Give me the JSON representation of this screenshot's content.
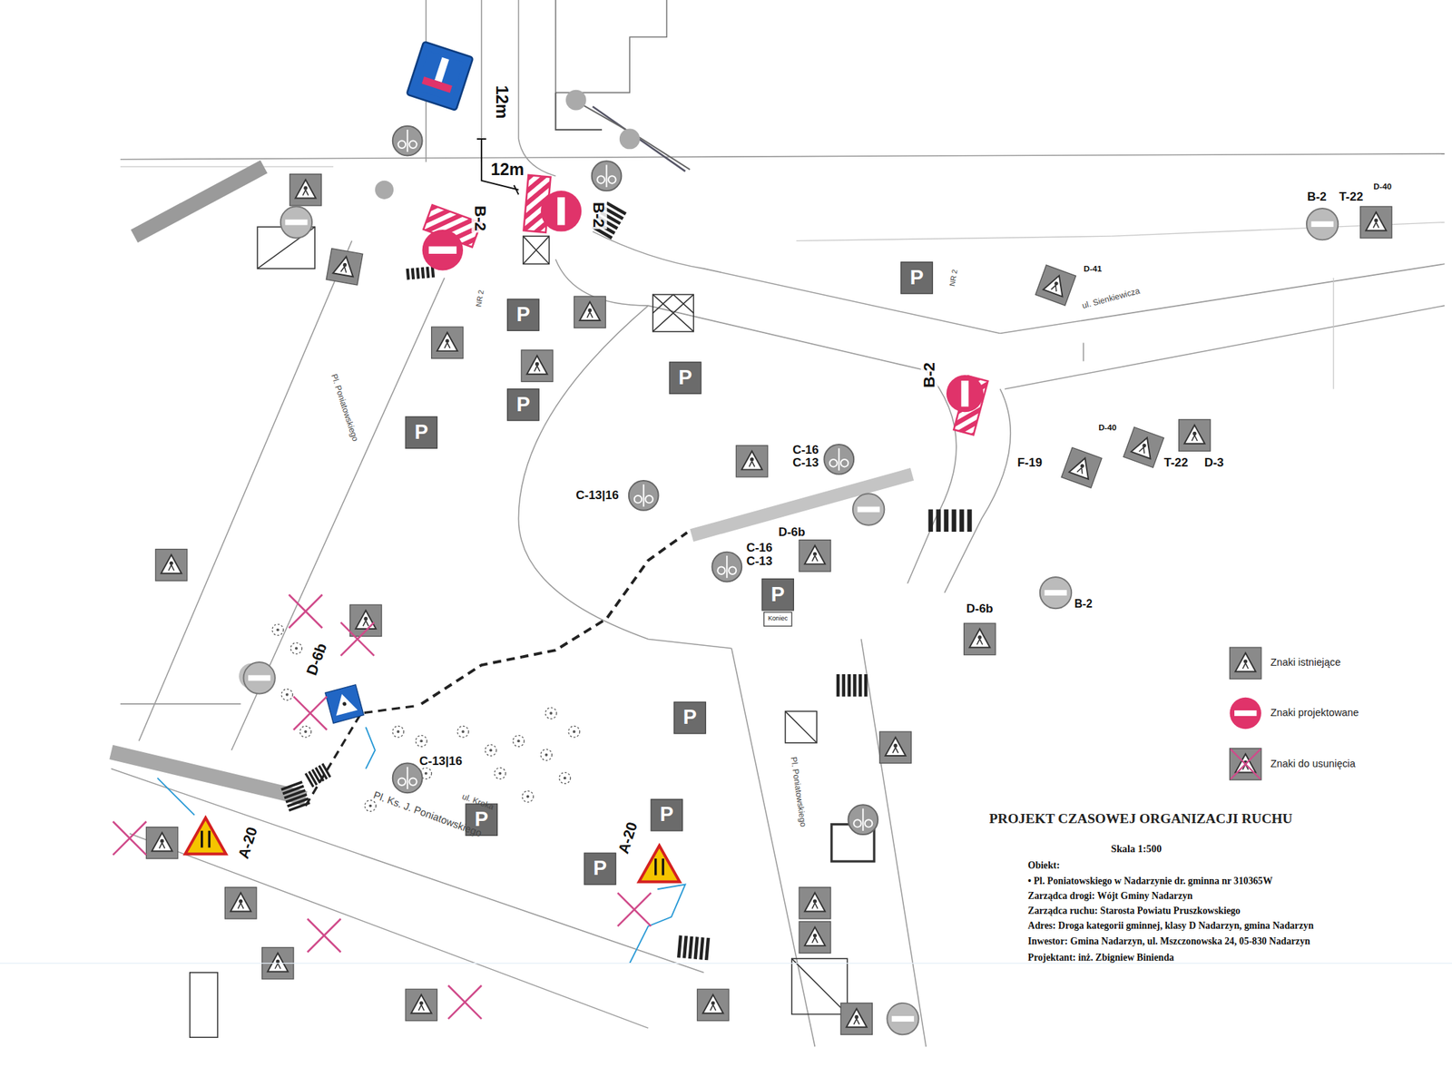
{
  "diagram": {
    "title": "PROJEKT CZASOWEJ ORGANIZACJI RUCHU",
    "labels": [
      "12m",
      "12m",
      "B-2",
      "B-2",
      "B-2",
      "B-2",
      "T-22",
      "D-40",
      "D-41",
      "ul. Sienkiewicza",
      "C-16",
      "C-13",
      "C-13|16",
      "D-6b",
      "C-16",
      "C-13",
      "D-40",
      "F-19",
      "T-22",
      "D-3",
      "B-2",
      "D-6b",
      "D-6b",
      "C-13|16",
      "A-20",
      "A-20",
      "Pl. Poniatowskiego",
      "Pl. Poniatowskiego",
      "Pl. Ks. J. Poniatowskiego",
      "ul. Kroka",
      "NR 2",
      "NR 2",
      "Koniec",
      "P",
      "P",
      "P",
      "P",
      "P",
      "P",
      "P",
      "P",
      "P",
      "P",
      "Skala 1:500",
      "Obiekt:",
      "• Pl. Poniatowskiego w Nadarzynie dr. gminna nr 310365W",
      "Zarządca drogi: Wójt Gminy Nadarzyn",
      "Zarządca ruchu: Starosta Powiatu Pruszkowskiego",
      "Adres: Droga kategorii gminnej, klasy D Nadarzyn, gmina Nadarzyn",
      "Inwestor: Gmina Nadarzyn, ul. Mszczonowska 24, 05-830 Nadarzyn",
      "Projektant: inż. Zbigniew Binienda"
    ],
    "legend": [
      {
        "text": "Znaki istniejące"
      },
      {
        "text": "Znaki projektowane"
      },
      {
        "text": "Znaki do usunięcia"
      }
    ]
  }
}
